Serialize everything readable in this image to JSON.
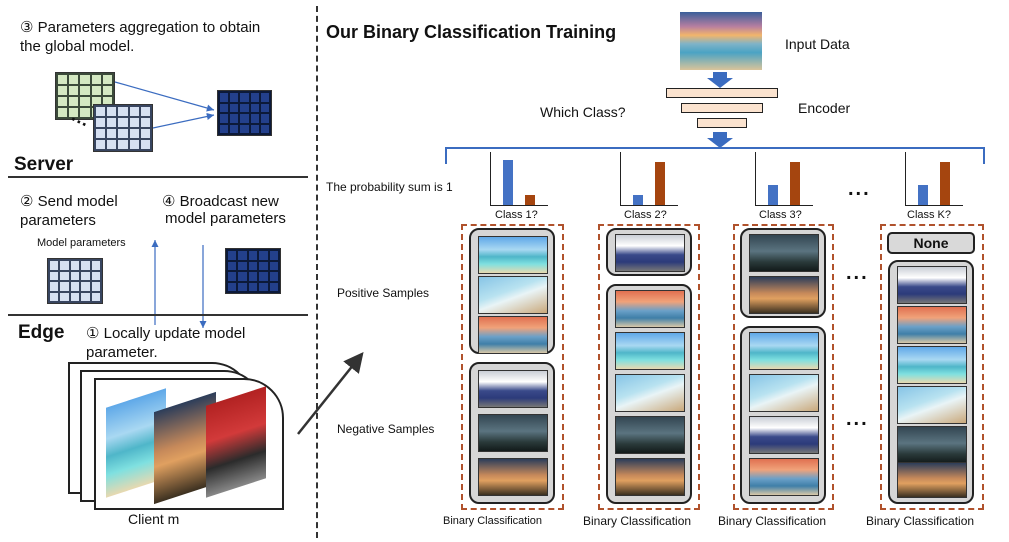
{
  "left": {
    "step3": "③ Parameters aggregation to obtain",
    "step3_line2": "the global model.",
    "server_label": "Server",
    "step2": "② Send model",
    "step2_line2": "parameters",
    "step4": "④ Broadcast new",
    "step4_line2": "model parameters",
    "model_params_label": "Model parameters",
    "edge_label": "Edge",
    "step1": "① Locally update model",
    "step1_line2": "parameter.",
    "client_label": "Client m"
  },
  "right": {
    "title": "Our Binary Classification Training",
    "input_label": "Input Data",
    "encoder_label": "Encoder",
    "which_class": "Which Class?",
    "prob_sum": "The probability sum is 1",
    "positive_label": "Positive Samples",
    "negative_label": "Negative Samples",
    "none_label": "None",
    "dots": "...",
    "classes": [
      {
        "label": "Class 1?",
        "bars": [
          0.9,
          0.2
        ],
        "footer": "Binary Classification"
      },
      {
        "label": "Class 2?",
        "bars": [
          0.2,
          0.85
        ],
        "footer": "Binary Classification"
      },
      {
        "label": "Class 3?",
        "bars": [
          0.4,
          0.85
        ],
        "footer": "Binary Classification"
      },
      {
        "label": "Class K?",
        "bars": [
          0.4,
          0.85
        ],
        "footer": "Binary Classification"
      }
    ]
  },
  "colors": {
    "bar_blue": "#4472c4",
    "bar_brown": "#a5450f",
    "bracket_blue": "#3b6cc0",
    "dash_orange": "#b0522c",
    "arrow_blue": "#3b6cc0"
  }
}
